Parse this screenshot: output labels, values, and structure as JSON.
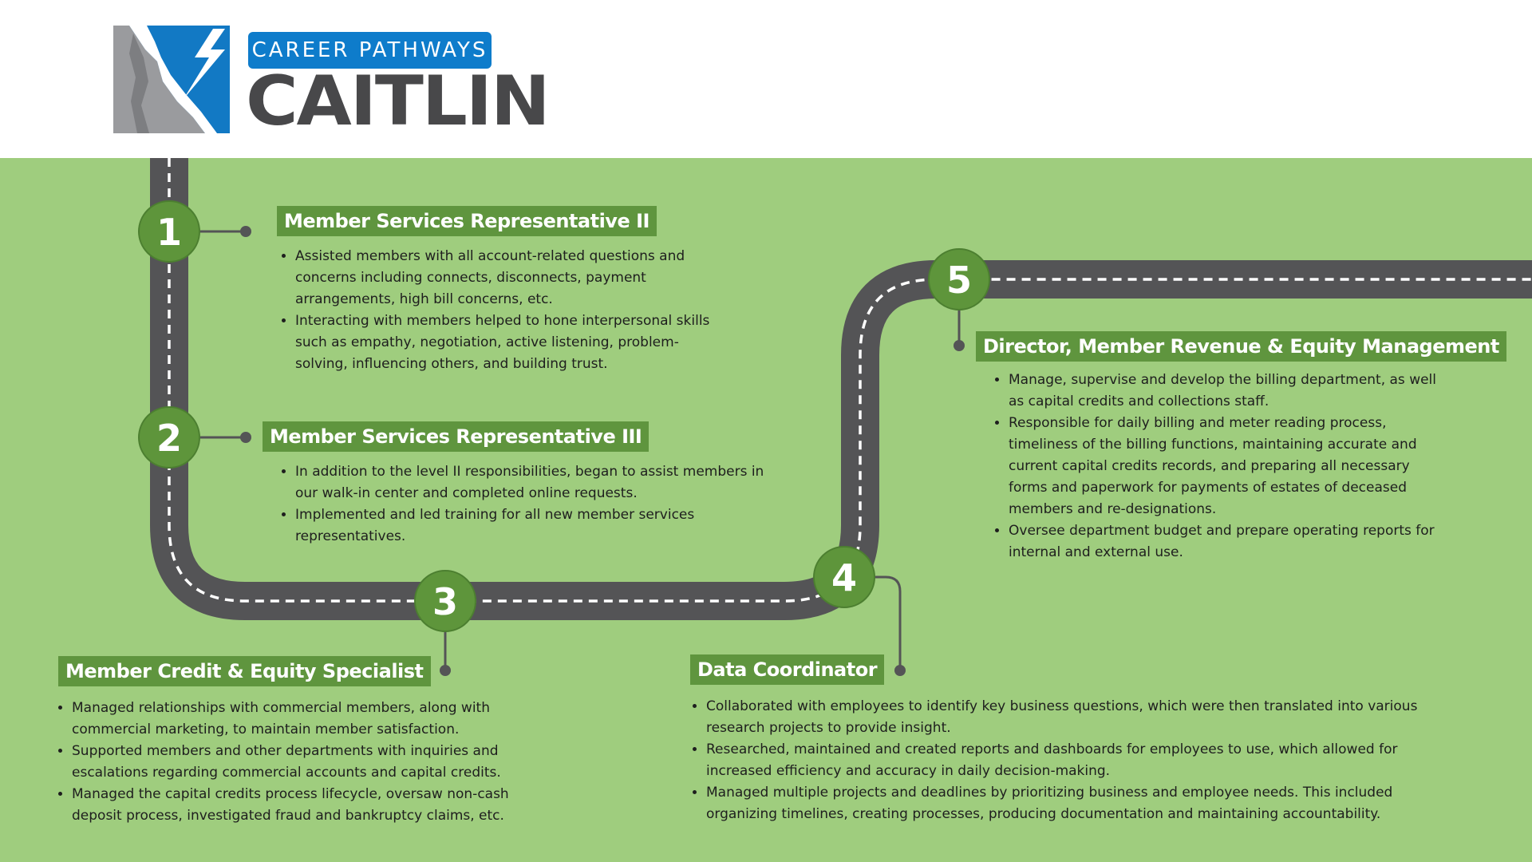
{
  "header": {
    "badge": "CAREER PATHWAYS",
    "name": "CAITLIN"
  },
  "colors": {
    "background": "#9fcd7e",
    "road": "#545456",
    "title_box": "#5f953e",
    "marker": "#5e953b",
    "brand_blue": "#0e7ccb",
    "brand_gray": "#48484a"
  },
  "steps": [
    {
      "number": "1",
      "title": "Member Services Representative II",
      "bullets": [
        "Assisted members with all account-related questions and concerns including connects, disconnects, payment arrangements, high bill concerns, etc.",
        "Interacting with members helped to hone interpersonal skills such as empathy, negotiation, active listening, problem-solving, influencing others, and building trust."
      ]
    },
    {
      "number": "2",
      "title": "Member Services Representative III",
      "bullets": [
        "In addition to the level II responsibilities, began to assist members in our walk-in center and completed online requests.",
        "Implemented and led training for all new member services representatives."
      ]
    },
    {
      "number": "3",
      "title": "Member Credit & Equity Specialist",
      "bullets": [
        "Managed relationships with commercial members, along with commercial marketing, to maintain member satisfaction.",
        "Supported members and other departments with inquiries and escalations regarding commercial accounts and capital credits.",
        "Managed the capital credits process lifecycle, oversaw non-cash deposit process, investigated fraud and bankruptcy claims, etc."
      ]
    },
    {
      "number": "4",
      "title": "Data Coordinator",
      "bullets": [
        "Collaborated with employees to identify key business questions, which were then translated into various research projects to provide insight.",
        "Researched, maintained and created reports and dashboards for employees to use, which allowed for increased efficiency and accuracy in daily decision-making.",
        "Managed multiple projects and deadlines by prioritizing business and employee needs. This included organizing timelines, creating processes, producing documentation and maintaining accountability."
      ]
    },
    {
      "number": "5",
      "title": "Director, Member Revenue & Equity Management",
      "bullets": [
        "Manage, supervise and develop the billing department, as well as capital credits and collections staff.",
        "Responsible for daily billing and meter reading process, timeliness of the billing functions, maintaining accurate and current capital credits records, and preparing all necessary forms and paperwork for payments of estates of deceased members and re-designations.",
        "Oversee department budget and prepare operating reports for internal and external use."
      ]
    }
  ]
}
